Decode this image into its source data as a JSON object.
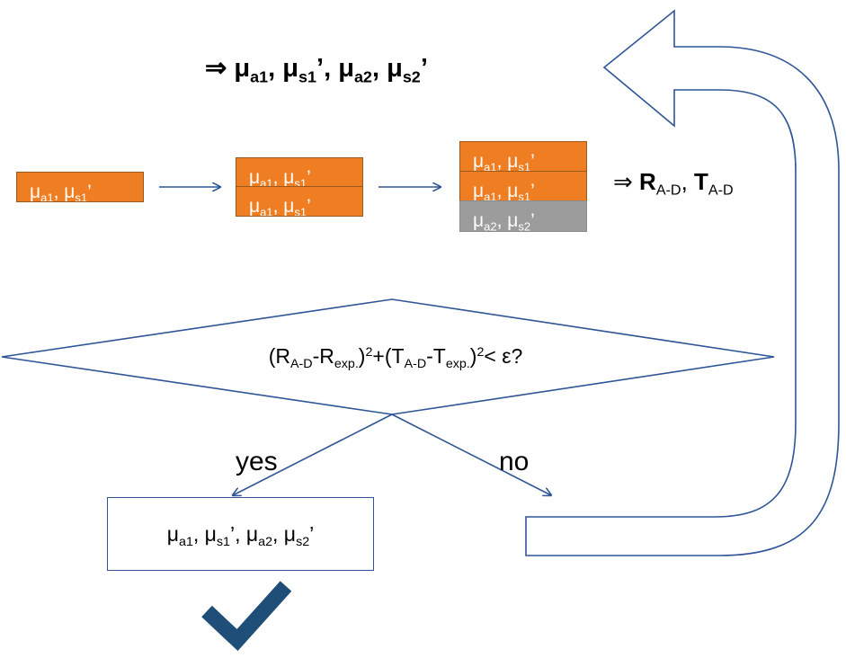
{
  "heading": {
    "arrow": "⇒",
    "mu": "μ",
    "a1": "a1",
    "s1": "s1",
    "a2": "a2",
    "s2": "s2",
    "prime": "’",
    "sep": ", "
  },
  "layers": {
    "mu": "μ",
    "a1": "a1",
    "s1": "s1",
    "a2": "a2",
    "s2": "s2",
    "prime": "’",
    "sep": ", "
  },
  "rt_result": {
    "arrow": "⇒",
    "R": "R",
    "T": "T",
    "sub": "A-D",
    "sep": ", "
  },
  "condition": {
    "open": "(",
    "R": "R",
    "T": "T",
    "sub_ad": "A-D",
    "minus": "-",
    "sub_exp": "exp.",
    "close": ")",
    "pow": "2",
    "plus": "+",
    "lt_eps": "< ε?"
  },
  "branches": {
    "yes": "yes",
    "no": "no"
  },
  "result_box": {
    "mu": "μ",
    "a1": "a1",
    "s1": "s1",
    "a2": "a2",
    "s2": "s2",
    "prime": "’",
    "sep": ", "
  },
  "colors": {
    "layer_fill": "#ef7d22",
    "layer_grey": "#9c9c9c",
    "line": "#2f5597",
    "check": "#1f4e79"
  }
}
